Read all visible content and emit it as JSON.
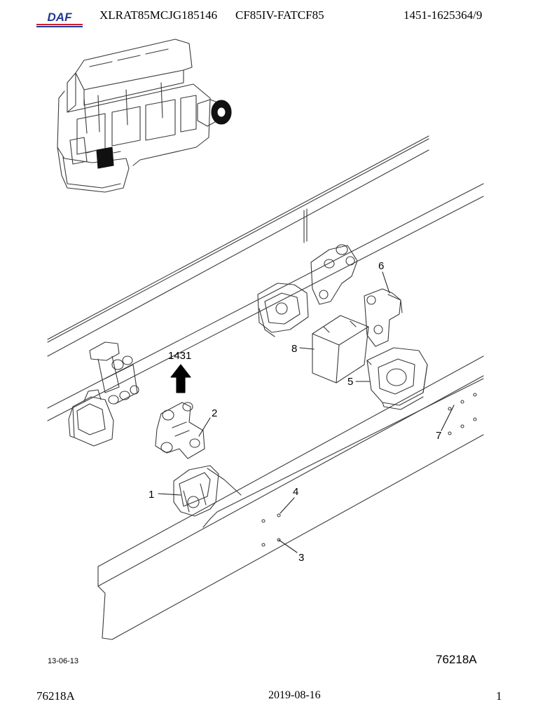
{
  "header": {
    "logo_text": "DAF",
    "vin": "XLRAT85MCJG185146",
    "model": "CF85IV-FATCF85",
    "doc_ref": "1451-1625364/9"
  },
  "drawing": {
    "arrow_ref": "1431",
    "callouts": [
      "1",
      "2",
      "3",
      "4",
      "5",
      "6",
      "7",
      "8"
    ],
    "drawing_date": "13-06-13",
    "drawing_number": "76218A"
  },
  "footer": {
    "drawing_number": "76218A",
    "date": "2019-08-16",
    "page": "1"
  },
  "colors": {
    "logo_blue": "#1f3a93",
    "logo_red": "#d0202a",
    "line": "#3a3a3a"
  }
}
